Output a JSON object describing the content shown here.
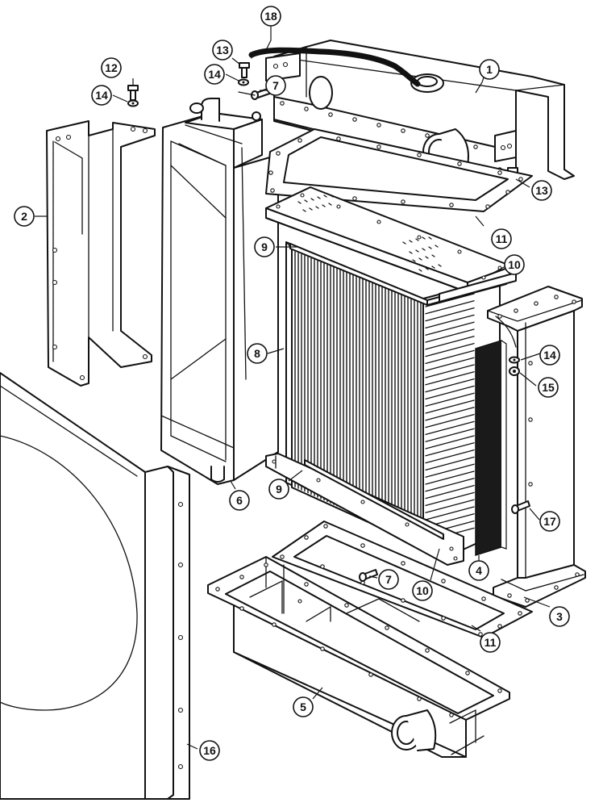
{
  "parts": [
    {
      "id": "part-1",
      "ref": "1",
      "kind": "top-tank-shroud"
    },
    {
      "id": "part-2",
      "ref": "2",
      "kind": "left-side-bracket"
    },
    {
      "id": "part-3",
      "ref": "3",
      "kind": "right-side-bracket"
    },
    {
      "id": "part-4",
      "ref": "4",
      "kind": "seal-pad"
    },
    {
      "id": "part-5",
      "ref": "5",
      "kind": "bottom-tank"
    },
    {
      "id": "part-6",
      "ref": "6",
      "kind": "oil-cooler-tank"
    },
    {
      "id": "part-7",
      "ref": "7",
      "kind": "bolt"
    },
    {
      "id": "part-8",
      "ref": "8",
      "kind": "radiator-core"
    },
    {
      "id": "part-9",
      "ref": "9",
      "kind": "header-plate"
    },
    {
      "id": "part-10",
      "ref": "10",
      "kind": "tank-gasket"
    },
    {
      "id": "part-11",
      "ref": "11",
      "kind": "flange-gasket"
    },
    {
      "id": "part-12",
      "ref": "12",
      "kind": "bolt"
    },
    {
      "id": "part-13",
      "ref": "13",
      "kind": "bolt"
    },
    {
      "id": "part-14",
      "ref": "14",
      "kind": "washer"
    },
    {
      "id": "part-15",
      "ref": "15",
      "kind": "nut"
    },
    {
      "id": "part-16",
      "ref": "16",
      "kind": "fan-shroud"
    },
    {
      "id": "part-17",
      "ref": "17",
      "kind": "bolt"
    },
    {
      "id": "part-18",
      "ref": "18",
      "kind": "overflow-hose"
    }
  ],
  "callouts": {
    "c1": "1",
    "c2": "2",
    "c3": "3",
    "c4": "4",
    "c5": "5",
    "c6": "6",
    "c7a": "7",
    "c7b": "7",
    "c8": "8",
    "c9a": "9",
    "c9b": "9",
    "c10a": "10",
    "c10b": "10",
    "c11a": "11",
    "c11b": "11",
    "c12": "12",
    "c13a": "13",
    "c13b": "13",
    "c14a": "14",
    "c14b": "14",
    "c14c": "14",
    "c15": "15",
    "c16": "16",
    "c17": "17",
    "c18": "18"
  },
  "colors": {
    "ink": "#111111",
    "paper": "#ffffff",
    "core_fill": "#1a1a1a"
  }
}
